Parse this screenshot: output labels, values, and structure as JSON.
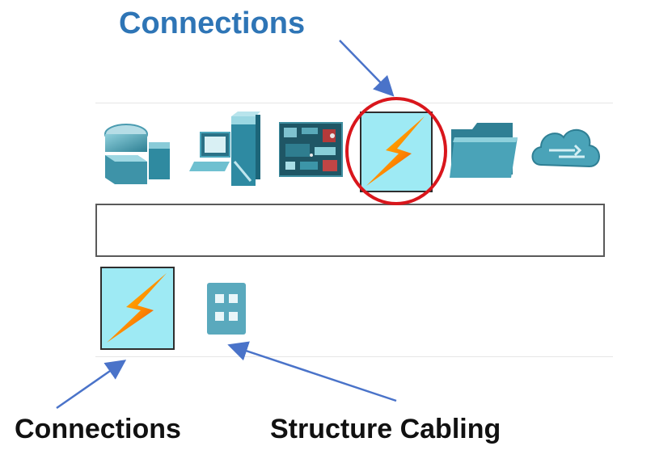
{
  "annotations": {
    "top_label": "Connections",
    "bottom_left_label": "Connections",
    "bottom_right_label": "Structure Cabling"
  },
  "device_categories": [
    {
      "icon": "network-devices-icon"
    },
    {
      "icon": "end-devices-icon"
    },
    {
      "icon": "components-icon"
    },
    {
      "icon": "connections-icon",
      "selected": true
    },
    {
      "icon": "miscellaneous-icon"
    },
    {
      "icon": "multiuser-connection-icon"
    }
  ],
  "device_search": {
    "value": ""
  },
  "subcategories": [
    {
      "icon": "connections-icon",
      "selected": true
    },
    {
      "icon": "structured-cabling-icon"
    }
  ],
  "colors": {
    "annotation_blue": "#2e75b6",
    "highlight_circle": "#d9161c",
    "selected_bg": "#9eeaf4",
    "arrow": "#4a73c9"
  }
}
